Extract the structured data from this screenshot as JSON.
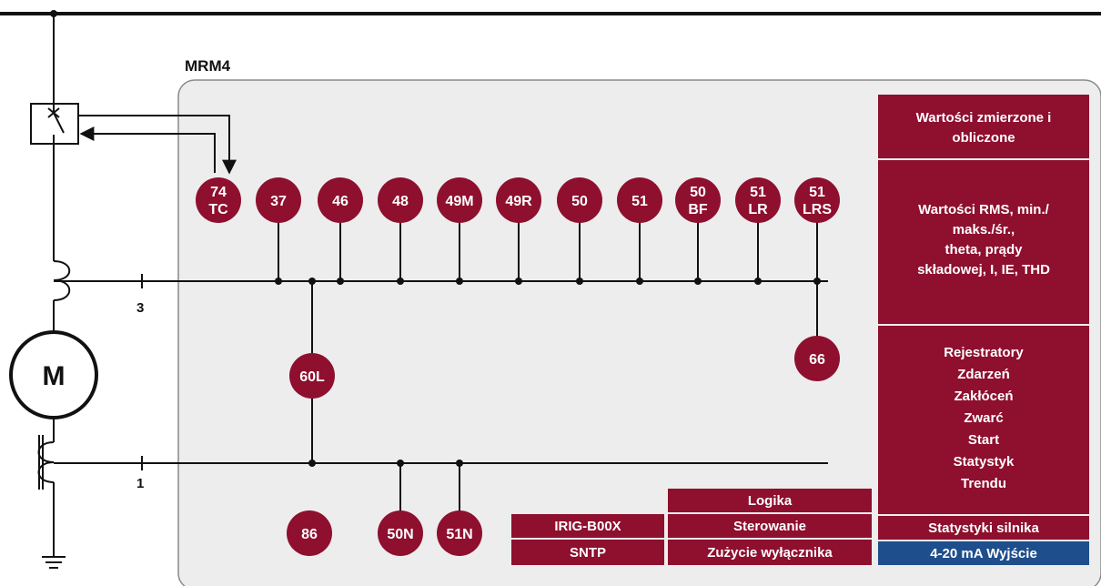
{
  "device_label": "MRM4",
  "motor_label": "M",
  "phase_labels": {
    "upper": "3",
    "lower": "1"
  },
  "colors": {
    "function": "#8e0f2e",
    "info_box": "#8e0f2e",
    "analog_box": "#1f4e8c",
    "panel_fill": "#ededed",
    "panel_border": "#8a8a8a",
    "line": "#111111"
  },
  "functions": {
    "f74tc": [
      "74",
      "TC"
    ],
    "f37": [
      "37"
    ],
    "f46": [
      "46"
    ],
    "f48": [
      "48"
    ],
    "f49m": [
      "49M"
    ],
    "f49r": [
      "49R"
    ],
    "f50": [
      "50"
    ],
    "f51": [
      "51"
    ],
    "f50bf": [
      "50",
      "BF"
    ],
    "f51lr": [
      "51",
      "LR"
    ],
    "f51lrs": [
      "51",
      "LRS"
    ],
    "f66": [
      "66"
    ],
    "f60l": [
      "60L"
    ],
    "f86": [
      "86"
    ],
    "f50n": [
      "50N"
    ],
    "f51n": [
      "51N"
    ]
  },
  "info_boxes": {
    "measured": [
      "Wartości zmierzone i",
      "obliczone"
    ],
    "rms": [
      "Wartości RMS, min./",
      "maks./śr.,",
      "theta, prądy",
      "składowej, I, IE, THD"
    ],
    "recorders": [
      "Rejestratory",
      "Zdarzeń",
      "Zakłóceń",
      "Zwarć",
      "Start",
      "Statystyk",
      "Trendu"
    ],
    "motor_stats": [
      "Statystyki silnika"
    ],
    "analog_out": [
      "4-20 mA Wyjście"
    ],
    "logic": [
      "Logika"
    ],
    "control": [
      "Sterowanie"
    ],
    "breaker_wear": [
      "Zużycie wyłącznika"
    ],
    "irig": [
      "IRIG-B00X"
    ],
    "sntp": [
      "SNTP"
    ]
  }
}
